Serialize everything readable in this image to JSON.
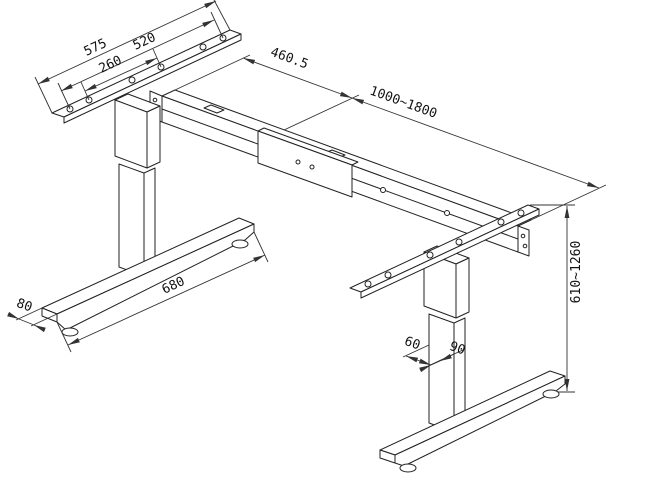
{
  "drawing": {
    "colors": {
      "line": "#222222",
      "dimension": "#333333",
      "background": "#ffffff"
    },
    "dimensions": {
      "bracket_length": "575",
      "bracket_hole_span": "520",
      "bracket_inner_hole_span": "260",
      "beam_fixed_section": "460.5",
      "frame_length_range": "1000~1800",
      "foot_length": "680",
      "foot_end_width": "80",
      "column_depth": "60",
      "column_width": "90",
      "height_range": "610~1260"
    }
  }
}
